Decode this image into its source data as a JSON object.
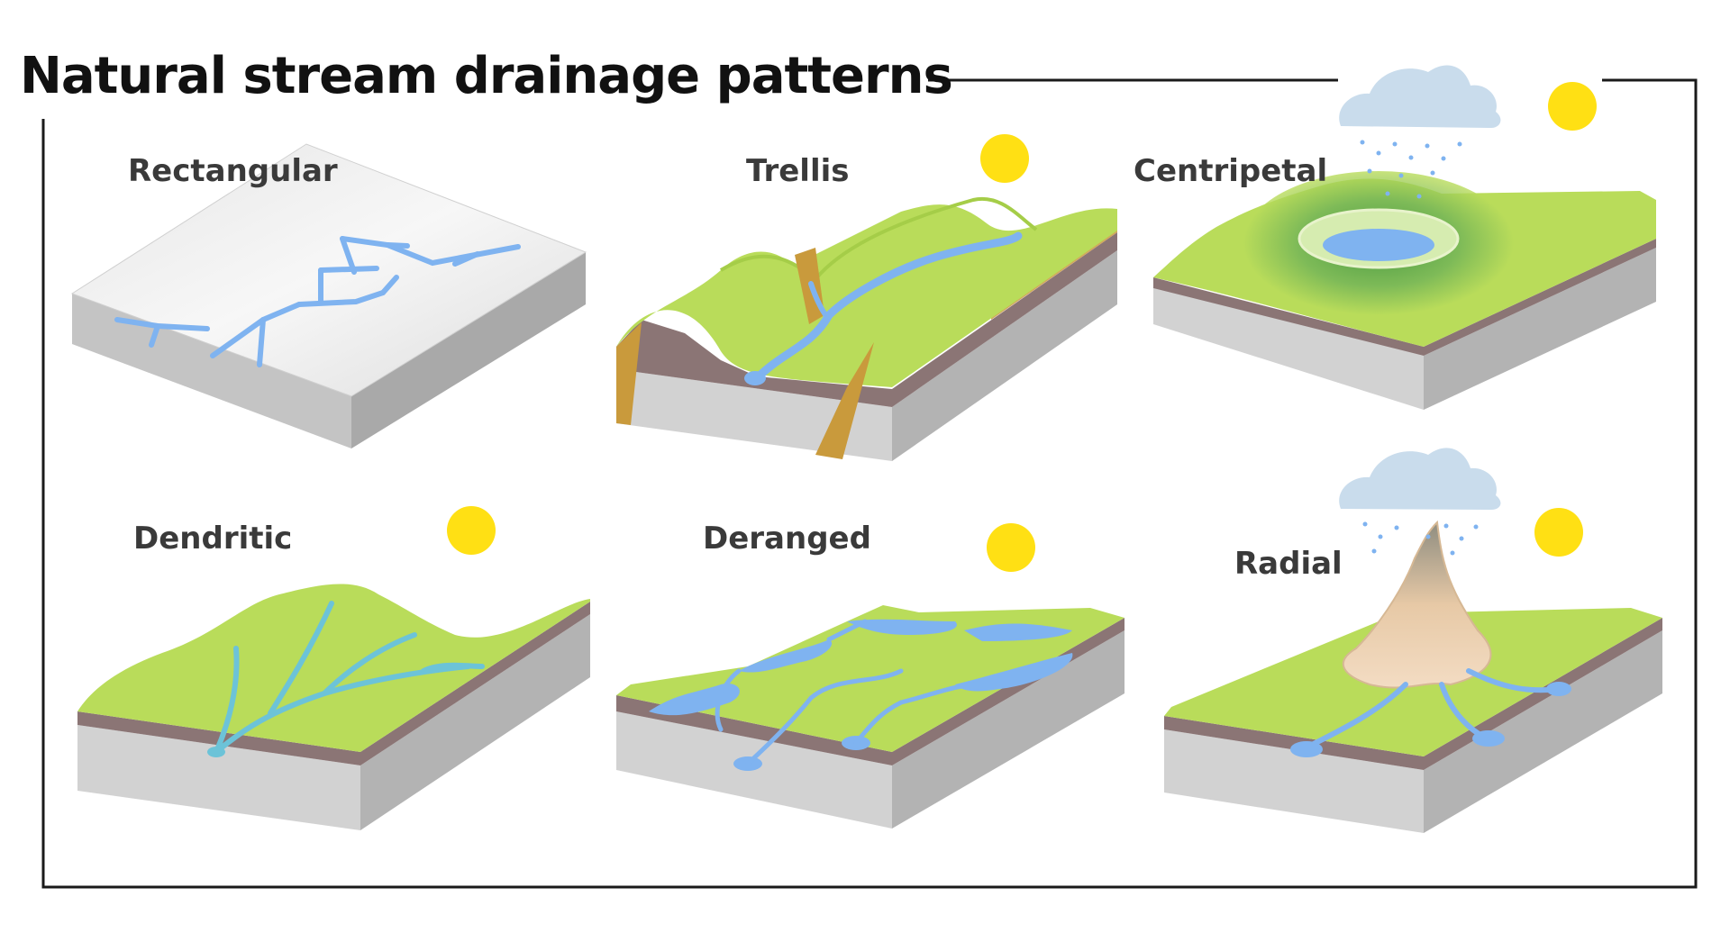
{
  "title": "Natural stream drainage patterns",
  "colors": {
    "frame": "#1a1a1a",
    "land": "#b9dc5a",
    "soil": "#8b7575",
    "bedrock": "#d2d2d2",
    "water": "#7fb3f0",
    "sun": "#ffe014",
    "rock_layer": "#c99a3c",
    "cloud": "#c9dcec"
  },
  "panels": [
    {
      "id": "rectangular",
      "label": "Rectangular"
    },
    {
      "id": "trellis",
      "label": "Trellis"
    },
    {
      "id": "centripetal",
      "label": "Centripetal"
    },
    {
      "id": "dendritic",
      "label": "Dendritic"
    },
    {
      "id": "deranged",
      "label": "Deranged"
    },
    {
      "id": "radial",
      "label": "Radial"
    }
  ]
}
